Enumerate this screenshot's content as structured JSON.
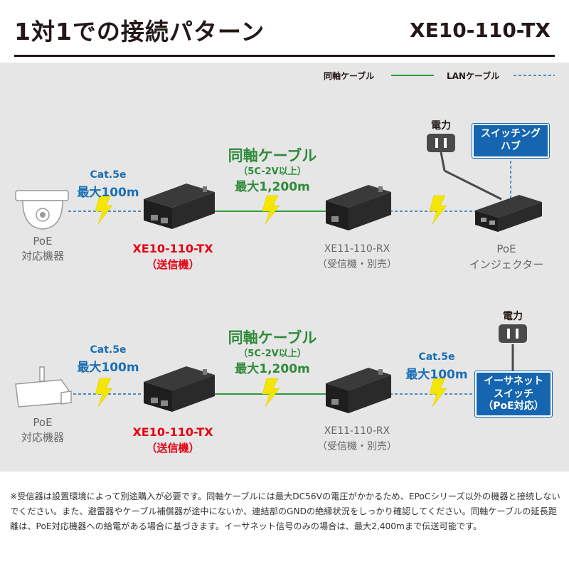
{
  "header": {
    "title": "1対1での接続パターン",
    "model": "XE10-110-TX"
  },
  "legend": {
    "coax_label": "同軸ケーブル",
    "lan_label": "LANケーブル"
  },
  "colors": {
    "coax": "#2e9a3c",
    "lan": "#1a6fb5",
    "transmitter_label": "#e60012",
    "box": "#1565b0",
    "background": "#e6e6e6"
  },
  "row1": {
    "source_device_label_1": "PoE",
    "source_device_label_2": "対応機器",
    "lan_spec_1": "Cat.5e",
    "lan_spec_2": "最大100m",
    "coax_title": "同軸ケーブル",
    "coax_spec": "（5C-2V以上）",
    "coax_max": "最大1,200m",
    "transmitter_name": "XE10-110-TX",
    "transmitter_role": "（送信機）",
    "receiver_name": "XE11-110-RX",
    "receiver_role": "（受信機・別売）",
    "power_label": "電力",
    "switch_box": [
      "スイッチング",
      "ハブ"
    ],
    "injector_label_1": "PoE",
    "injector_label_2": "インジェクター"
  },
  "row2": {
    "source_device_label_1": "PoE",
    "source_device_label_2": "対応機器",
    "lan_spec_1": "Cat.5e",
    "lan_spec_2": "最大100m",
    "coax_title": "同軸ケーブル",
    "coax_spec": "（5C-2V以上）",
    "coax_max": "最大1,200m",
    "transmitter_name": "XE10-110-TX",
    "transmitter_role": "（送信機）",
    "receiver_name": "XE11-110-RX",
    "receiver_role": "（受信機・別売）",
    "lan_spec_right_1": "Cat.5e",
    "lan_spec_right_2": "最大100m",
    "power_label": "電力",
    "switch_box": [
      "イーサネット",
      "スイッチ",
      "（PoE対応）"
    ]
  },
  "footnote": "※受信器は設置環境によって別途購入が必要です。同軸ケーブルには最大DC56Vの電圧がかかるため、EPoCシリーズ以外の機器と接続しないでください。また、避雷器やケーブル補償器が途中にないか、連結部のGNDの絶縁状況をしっかり確認してください。同軸ケーブルの延長距離は、PoE対応機器への給電がある場合に基づきます。イーサネット信号のみの場合は、最大2,400mまで伝送可能です。"
}
